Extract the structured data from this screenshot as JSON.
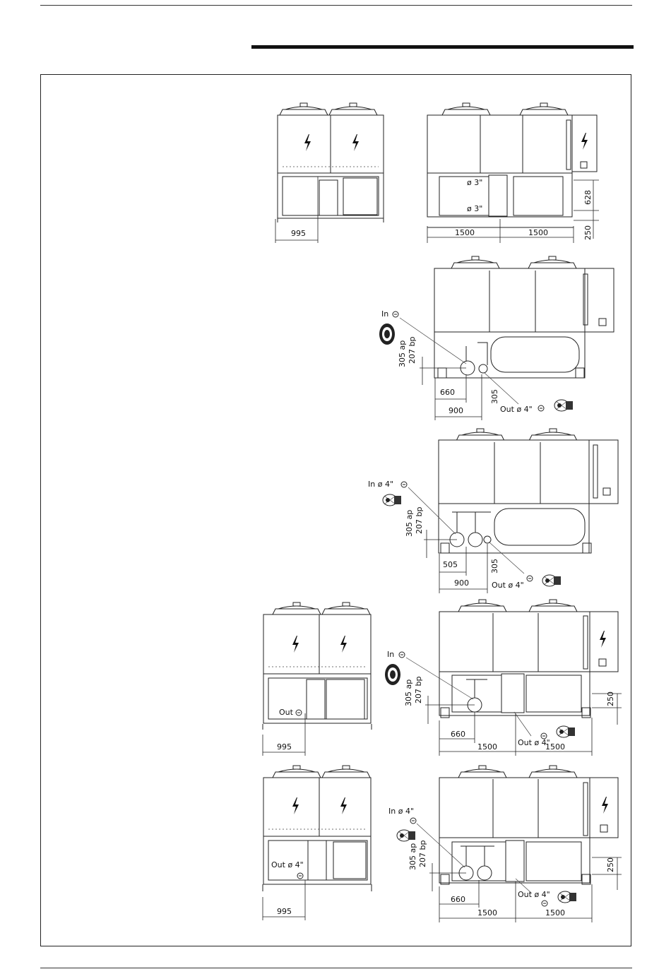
{
  "figures": {
    "left_unit_1": {
      "dim_width": "995"
    },
    "right_unit_1": {
      "pipe_upper": "ø 3\"",
      "pipe_lower": "ø 3\"",
      "dim_left": "1500",
      "dim_right": "1500",
      "dim_v_upper": "628",
      "dim_v_lower": "250"
    },
    "right_unit_2": {
      "label_in": "In",
      "label_out": "Out ø 4\"",
      "dim_ap": "305 ap",
      "dim_bp": "207 bp",
      "dim_660": "660",
      "dim_900": "900",
      "dim_305": "305"
    },
    "right_unit_3": {
      "label_in": "In ø 4\"",
      "label_out": "Out ø 4\"",
      "dim_ap": "305 ap",
      "dim_bp": "207 bp",
      "dim_505": "505",
      "dim_900": "900",
      "dim_305": "305"
    },
    "left_unit_2": {
      "label_out": "Out",
      "dim_width": "995"
    },
    "right_unit_4": {
      "label_in": "In",
      "label_out": "Out ø 4\"",
      "dim_ap": "305 ap",
      "dim_bp": "207 bp",
      "dim_660": "660",
      "dim_left": "1500",
      "dim_right": "1500",
      "dim_v": "250"
    },
    "left_unit_3": {
      "label_out": "Out ø 4\"",
      "dim_width": "995"
    },
    "right_unit_5": {
      "label_in": "In ø 4\"",
      "label_out": "Out ø 4\"",
      "dim_ap": "305 ap",
      "dim_bp": "207 bp",
      "dim_660": "660",
      "dim_left": "1500",
      "dim_right": "1500",
      "dim_v": "250"
    }
  }
}
